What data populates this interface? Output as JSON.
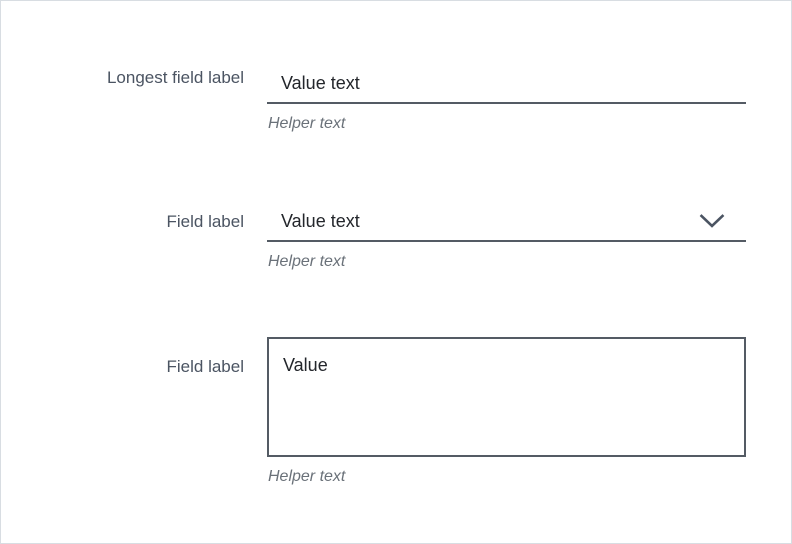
{
  "form": {
    "fields": [
      {
        "label": "Longest field label",
        "type": "text-input",
        "value": "Value text",
        "helper": "Helper text"
      },
      {
        "label": "Field label",
        "type": "select",
        "value": "Value text",
        "helper": "Helper text",
        "chevron_icon": "chevron-down-icon"
      },
      {
        "label": "Field label",
        "type": "textarea",
        "value": "Value",
        "helper": "Helper text"
      }
    ]
  },
  "colors": {
    "frame_border": "#d8dde2",
    "label_text": "#4b5462",
    "value_text": "#23262b",
    "helper_text": "#6a7179",
    "control_border": "#545b64",
    "background": "#ffffff"
  }
}
